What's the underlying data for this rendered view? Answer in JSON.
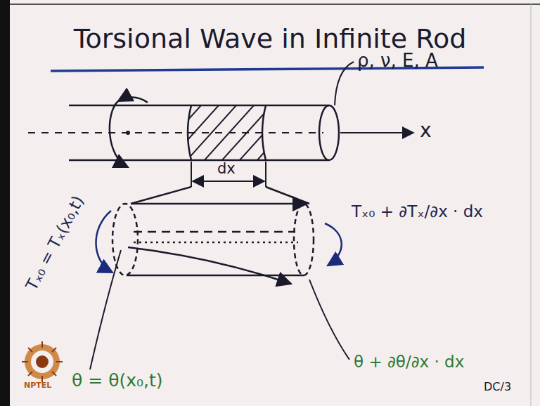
{
  "diagram": {
    "title": "Torsional Wave in Infinite Rod",
    "labels": [
      "ρ, ν, E, A",
      "x",
      "dx",
      "Tₓ₀ = Tₓ(x₀,t)",
      "Tₓ₀ + ∂Tₓ/∂x · dx",
      "θ = θ(x₀,t)",
      "θ + ∂θ/∂x · dx",
      "DC/3",
      "NPTEL"
    ]
  }
}
